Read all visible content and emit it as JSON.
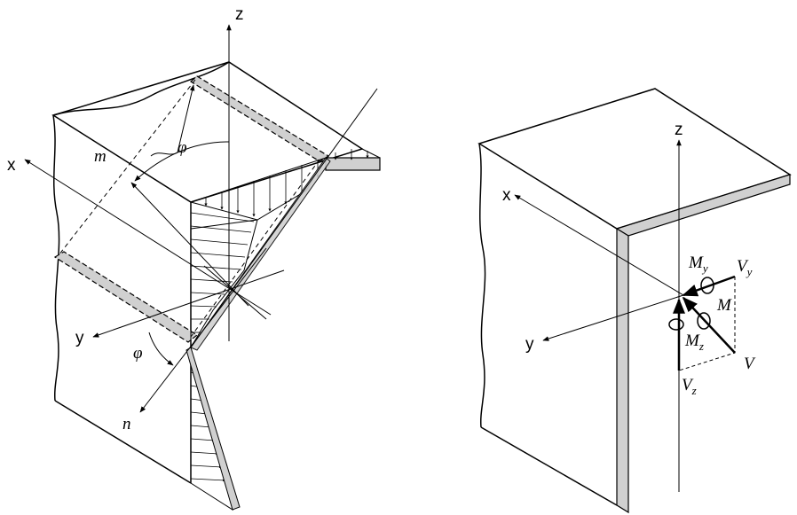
{
  "left_figure": {
    "axis_z": "z",
    "axis_x": "x",
    "axis_y": "y",
    "axis_m": "m",
    "axis_n": "n",
    "angle_upper": "φ",
    "angle_lower": "φ"
  },
  "right_figure": {
    "axis_z": "z",
    "axis_x": "x",
    "axis_y": "y",
    "moment_My": "M",
    "moment_My_sub": "y",
    "shear_Vy": "V",
    "shear_Vy_sub": "y",
    "moment_M": "M",
    "moment_Mz": "M",
    "moment_Mz_sub": "z",
    "shear_V": "V",
    "shear_Vz": "V",
    "shear_Vz_sub": "z"
  },
  "colors": {
    "line": "#000000",
    "shade": "#d0d0d0",
    "background": "#ffffff"
  }
}
